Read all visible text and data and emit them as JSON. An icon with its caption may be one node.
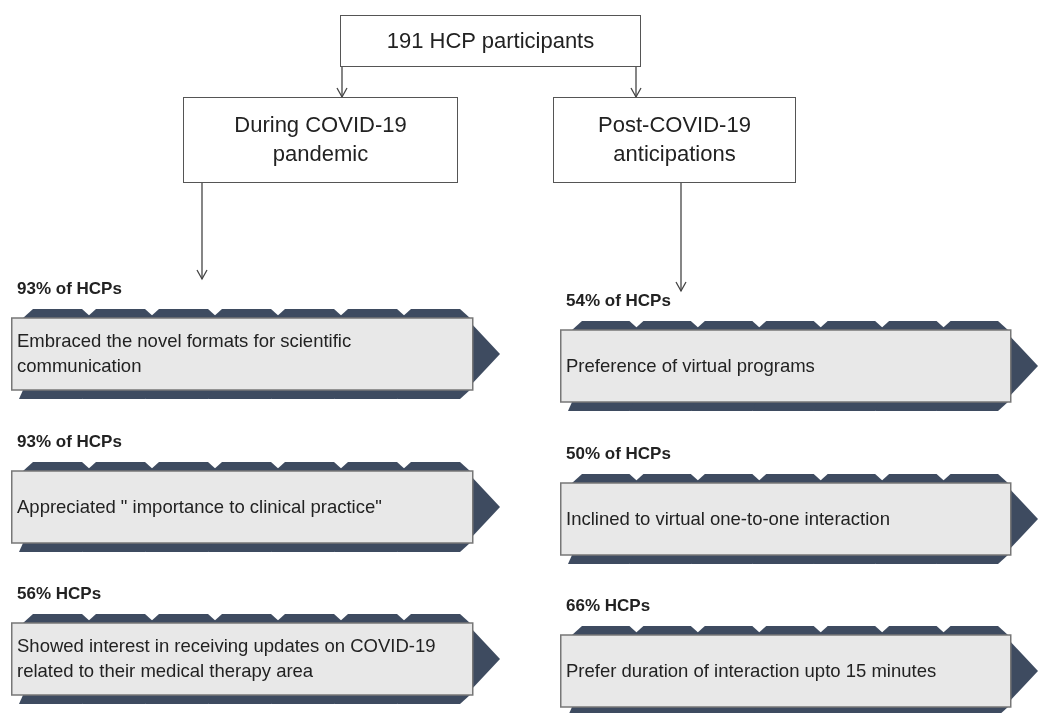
{
  "diagram": {
    "nodes": [
      {
        "text": [
          "191 HCP participants"
        ]
      },
      {
        "text": [
          "During COVID-19 pandemic"
        ]
      },
      {
        "text": [
          "Post-COVID-19 anticipations"
        ]
      },
      {
        "text": [
          "93% of HCPs",
          "Embraced  the novel formats for scientific communication"
        ]
      },
      {
        "text": [
          "93% of HCPs",
          "Appreciated \" importance to clinical practice\""
        ]
      },
      {
        "text": [
          "56% HCPs",
          "Showed interest in receiving  updates on COVID-19 related to their medical therapy area"
        ]
      },
      {
        "text": [
          "54% of HCPs",
          "Preference of virtual programs"
        ]
      },
      {
        "text": [
          "50% of HCPs",
          "Inclined to virtual one-to-one interaction"
        ]
      },
      {
        "text": [
          "66% HCPs",
          "Prefer duration of interaction upto 15 minutes"
        ]
      }
    ],
    "edges": [
      {
        "from": 0,
        "to": 1,
        "arrow": "to"
      },
      {
        "from": 0,
        "to": 2,
        "arrow": "to"
      },
      {
        "from": 1,
        "to": 3,
        "arrow": "to"
      },
      {
        "from": 2,
        "to": 6,
        "arrow": "to"
      }
    ]
  }
}
